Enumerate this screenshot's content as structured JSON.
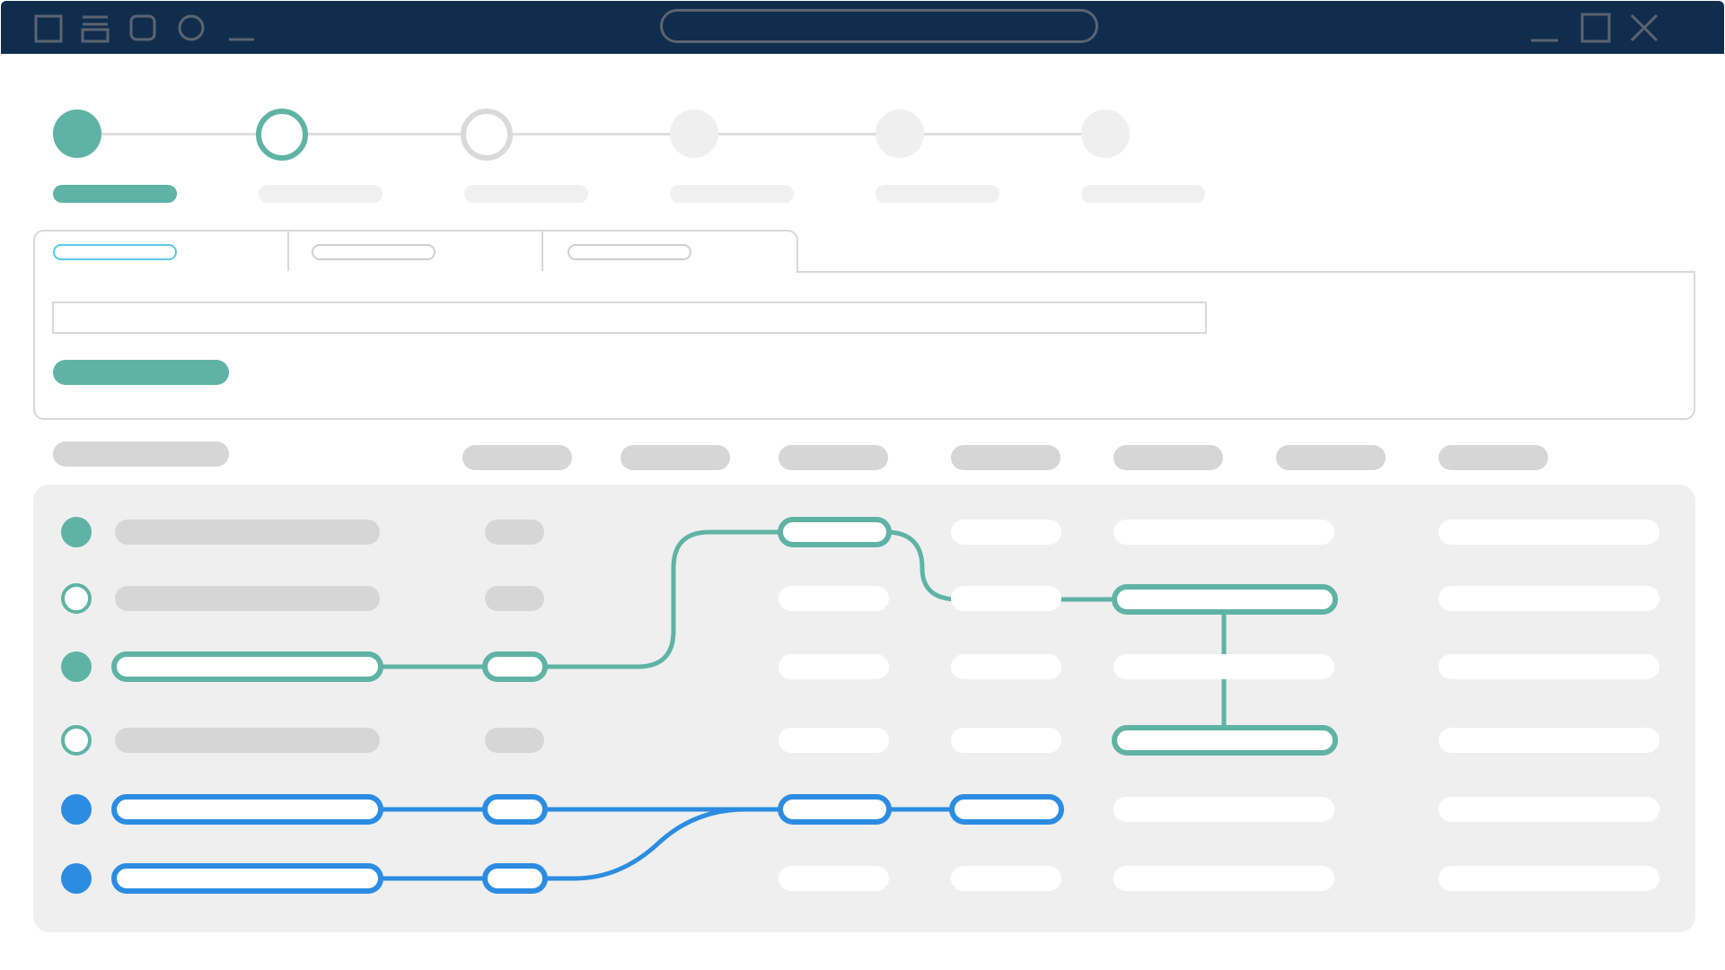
{
  "window": {
    "titlebar_color": "#112d4e",
    "icons": [
      "square-icon",
      "layers-icon",
      "rounded-square-icon",
      "circle-icon",
      "underscore-icon"
    ],
    "controls": [
      "minimize-icon",
      "maximize-icon",
      "close-icon"
    ]
  },
  "colors": {
    "accent_teal": "#5fb3a4",
    "accent_blue": "#2b8ce2",
    "placeholder_grey": "#d6d6d6",
    "panel_grey": "#efefef",
    "tab_highlight": "#5bc8e8"
  },
  "stepper": {
    "total_steps": 6,
    "states": [
      "completed",
      "current",
      "upcoming",
      "inactive",
      "inactive",
      "inactive"
    ]
  },
  "tabs": {
    "count": 3,
    "active_index": 0
  },
  "grid": {
    "rows": [
      {
        "status": "filled-teal",
        "highlighted": false
      },
      {
        "status": "hollow-teal",
        "highlighted": false
      },
      {
        "status": "filled-teal",
        "highlighted": true
      },
      {
        "status": "hollow-teal",
        "highlighted": false
      },
      {
        "status": "filled-blue",
        "highlighted": true
      },
      {
        "status": "filled-blue",
        "highlighted": true
      }
    ]
  }
}
